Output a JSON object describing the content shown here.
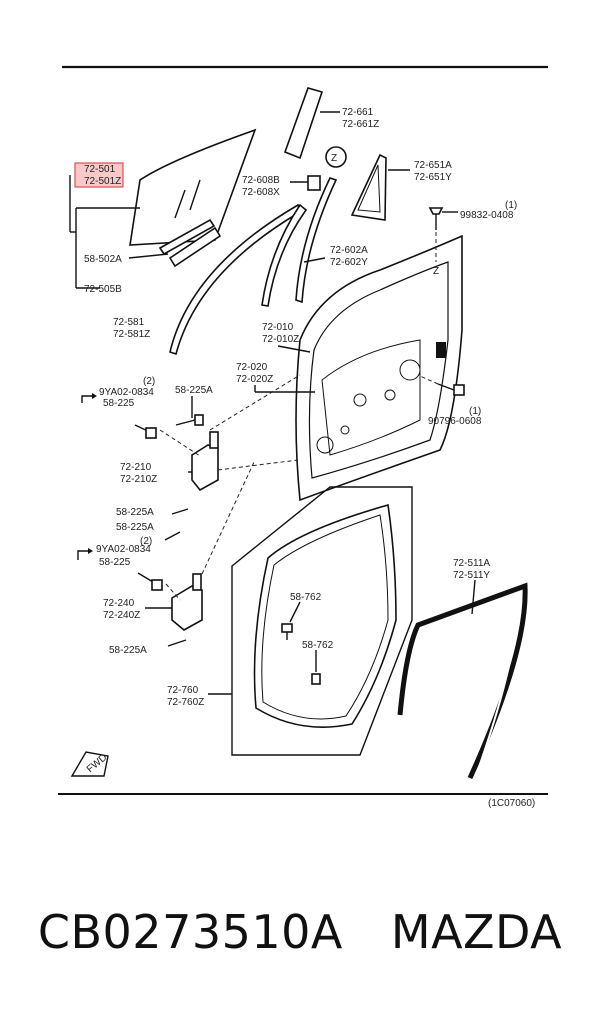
{
  "labels": {
    "glass": [
      "72-501",
      "72-501Z"
    ],
    "glass_channel": "58-502A",
    "glass_lower": "72-505B",
    "sash_pillar": [
      "72-661",
      "72-661Z"
    ],
    "window_guide": [
      "72-608B",
      "72-608X"
    ],
    "quarter_glass": [
      "72-651A",
      "72-651Y"
    ],
    "bolt_right": [
      "99832-0408",
      "(1)"
    ],
    "run_channel": [
      "72-602A",
      "72-602Y"
    ],
    "belt_molding": [
      "72-581",
      "72-581Z"
    ],
    "door_panel": [
      "72-010",
      "72-010Z"
    ],
    "regulator": [
      "72-020",
      "72-020Z"
    ],
    "bolt_upper_left": [
      "9YA02-0834",
      "(2)",
      "58-225"
    ],
    "bolt_58225A_1": "58-225A",
    "bolt_90796": [
      "90796-0608",
      "(1)"
    ],
    "upper_hinge": [
      "72-210",
      "72-210Z"
    ],
    "bolt_58225A_2": "58-225A",
    "bolt_58225A_3": "58-225A",
    "bolt_lower_left": [
      "9YA02-0834",
      "(2)",
      "58-225"
    ],
    "lower_hinge": [
      "72-240",
      "72-240Z"
    ],
    "bolt_58225A_4": "58-225A",
    "clip_1": "58-762",
    "clip_2": "58-762",
    "weatherstrip_door": [
      "72-760",
      "72-760Z"
    ],
    "weatherstrip_body": [
      "72-511A",
      "72-511Y"
    ],
    "ref_code": "(1C07060)",
    "fwd": "FWD",
    "callout_z": "Z"
  },
  "caption": {
    "part_number": "CB0273510A",
    "brand": "MAZDA"
  }
}
